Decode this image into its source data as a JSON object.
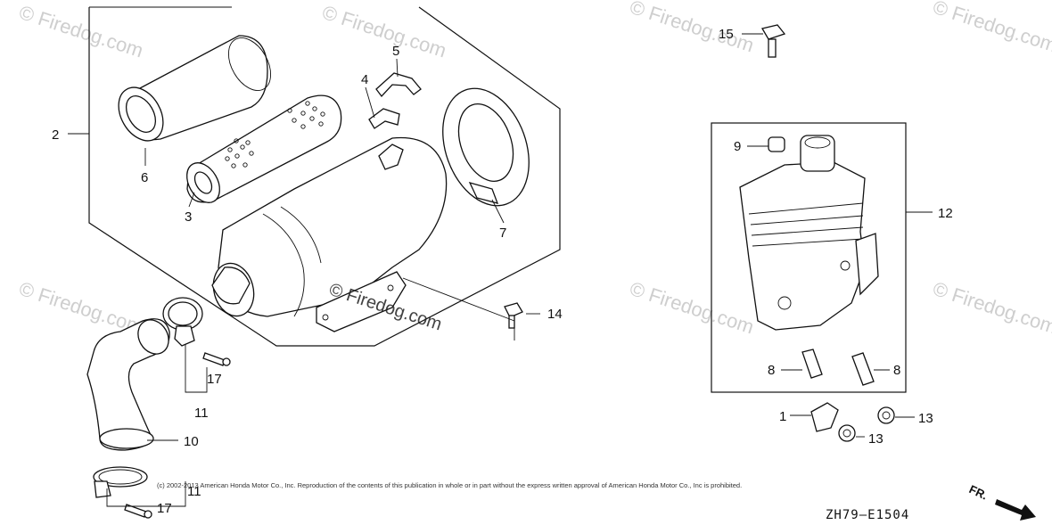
{
  "watermark": {
    "text": "© Firedog.com",
    "center_text": "© Firedog.com"
  },
  "callouts": {
    "c1": "1",
    "c2": "2",
    "c3": "3",
    "c4": "4",
    "c5": "5",
    "c6": "6",
    "c7": "7",
    "c8a": "8",
    "c8b": "8",
    "c9": "9",
    "c10": "10",
    "c11a": "11",
    "c11b": "11",
    "c12": "12",
    "c13a": "13",
    "c13b": "13",
    "c14": "14",
    "c15": "15",
    "c17a": "17",
    "c17b": "17"
  },
  "footer": {
    "copyright": "(c) 2002-2013 American Honda Motor Co., Inc. Reproduction of the contents of this publication in whole or in part without the express written approval of American Honda Motor Co., Inc is prohibited.",
    "diagram_code": "ZH79—E1504",
    "direction_label": "FR."
  }
}
